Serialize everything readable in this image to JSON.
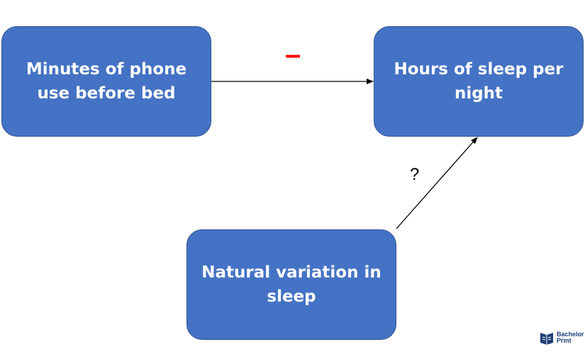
{
  "diagram": {
    "nodes": [
      {
        "id": "phone",
        "label": "Minutes of phone use before bed"
      },
      {
        "id": "sleep",
        "label": "Hours of sleep per night"
      },
      {
        "id": "natural",
        "label": "Natural variation in sleep"
      }
    ],
    "edges": [
      {
        "from": "phone",
        "to": "sleep",
        "label": "–"
      },
      {
        "from": "natural",
        "to": "sleep",
        "label": "?"
      }
    ]
  },
  "colors": {
    "node_fill": "#4472C4",
    "node_border": "#2F528F",
    "node_text": "#FFFFFF",
    "negative_sign": "#FF0000",
    "arrow": "#000000"
  },
  "branding": {
    "logo_name": "book-logo-icon",
    "logo_text_line1": "Bachelor",
    "logo_text_line2": "Print"
  }
}
